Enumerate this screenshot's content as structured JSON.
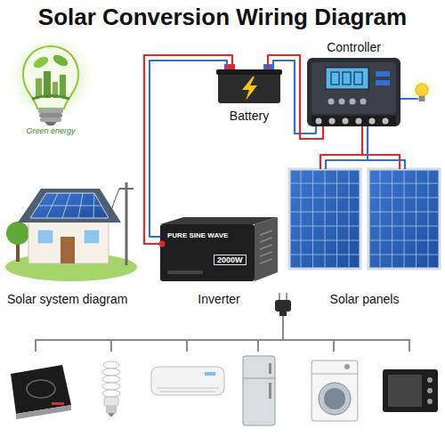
{
  "diagram": {
    "title": "Solar Conversion Wiring Diagram",
    "nodes": [
      {
        "text": [
          "Battery"
        ]
      },
      {
        "text": [
          "Controller"
        ]
      },
      {
        "text": [
          "PURE SINE WAVE",
          "2000W",
          "Inverter"
        ]
      },
      {
        "text": [
          "Solar panels"
        ]
      }
    ],
    "edges": [
      {
        "from": 0,
        "to": 1,
        "arrow": "none"
      },
      {
        "from": 1,
        "to": 3,
        "arrow": "none"
      },
      {
        "from": 0,
        "to": 2,
        "arrow": "none"
      }
    ],
    "labels": [
      "Green energy",
      "Solar system diagram"
    ]
  }
}
